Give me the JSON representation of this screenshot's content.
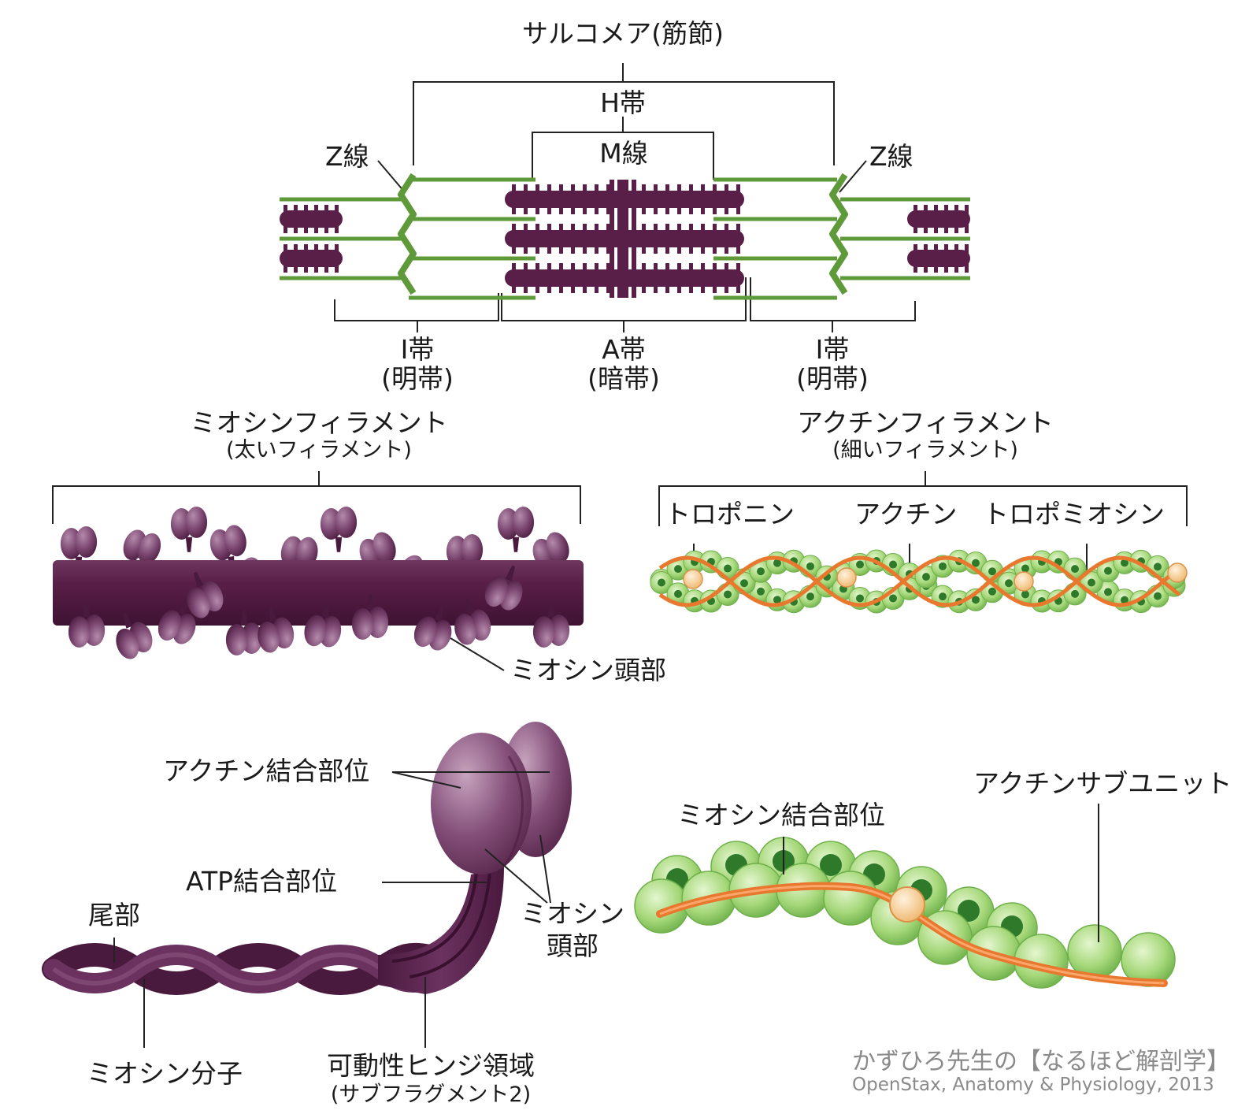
{
  "colors": {
    "myosin": "#5a1f48",
    "myosin_light": "#8a5a80",
    "actin": "#a6d87a",
    "actin_dark": "#2f7a2a",
    "z_line": "#5e9a3a",
    "tropomyosin": "#e9782f",
    "troponin": "#f3c98a",
    "bracket": "#222222",
    "credit": "#8a8a8a"
  },
  "sarcomere": {
    "title": "サルコメア(筋節)",
    "h_band": "H帯",
    "m_line": "M線",
    "z_line_left": "Z線",
    "z_line_right": "Z線",
    "i_band_left": "I帯",
    "i_band_left_sub": "(明帯)",
    "a_band": "A帯",
    "a_band_sub": "(暗帯)",
    "i_band_right": "I帯",
    "i_band_right_sub": "(明帯)"
  },
  "thick_filament": {
    "title": "ミオシンフィラメント",
    "subtitle": "(太いフィラメント)",
    "head_label": "ミオシン頭部"
  },
  "thin_filament": {
    "title": "アクチンフィラメント",
    "subtitle": "(細いフィラメント)",
    "troponin": "トロポニン",
    "actin": "アクチン",
    "tropomyosin": "トロポミオシン"
  },
  "myosin_molecule": {
    "actin_binding_site": "アクチン結合部位",
    "atp_binding_site": "ATP結合部位",
    "tail": "尾部",
    "head_line1": "ミオシン",
    "head_line2": "頭部",
    "molecule": "ミオシン分子",
    "hinge": "可動性ヒンジ領域",
    "hinge_sub": "(サブフラグメント2)"
  },
  "actin_detail": {
    "myosin_binding_site": "ミオシン結合部位",
    "actin_subunit": "アクチンサブユニット"
  },
  "credit": {
    "line1": "かずひろ先生の【なるほど解剖学】",
    "line2": "OpenStax, Anatomy & Physiology, 2013"
  }
}
